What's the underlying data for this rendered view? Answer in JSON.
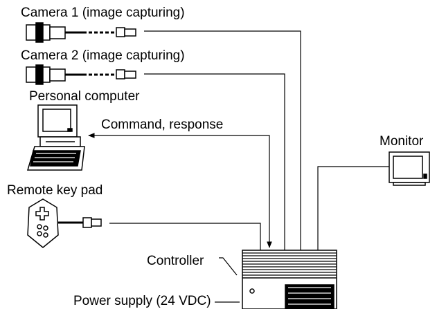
{
  "labels": {
    "camera1": "Camera 1 (image capturing)",
    "camera2": "Camera 2 (image capturing)",
    "pc": "Personal computer",
    "command": "Command, response",
    "monitor": "Monitor",
    "remote": "Remote key pad",
    "controller": "Controller",
    "power": "Power supply (24 VDC)"
  },
  "icons": {
    "camera1": "camera-icon",
    "camera2": "camera-icon",
    "pc": "personal-computer-icon",
    "monitor": "monitor-icon",
    "remote": "remote-key-pad-icon",
    "controller": "controller-icon"
  },
  "colors": {
    "line": "#000000",
    "background": "#ffffff"
  }
}
